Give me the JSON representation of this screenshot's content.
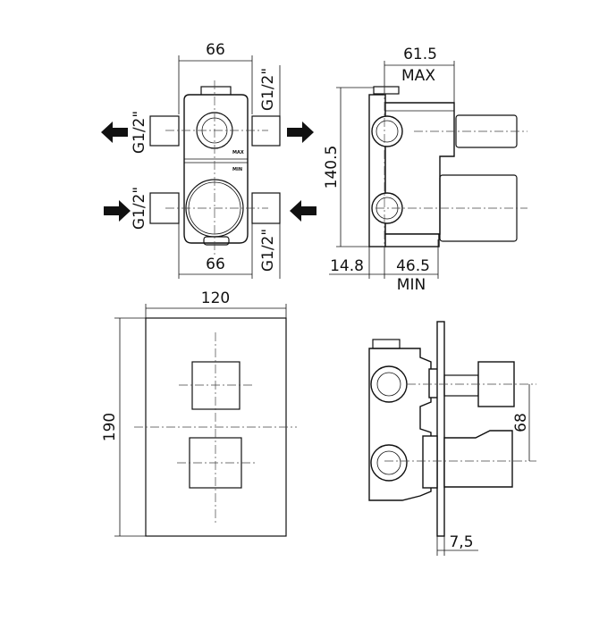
{
  "front_view": {
    "width_top": "66",
    "width_bottom": "66",
    "port_top_left": "G1/2\"",
    "port_top_right": "G1/2\"",
    "port_bottom_left": "G1/2\"",
    "port_bottom_right": "G1/2\"",
    "mark_max": "MAX",
    "mark_min": "MIN"
  },
  "side_view": {
    "depth_max": "61.5",
    "max_label": "MAX",
    "height": "140.5",
    "offset": "14.8",
    "depth_min": "46.5",
    "min_label": "MIN"
  },
  "plate_view": {
    "width": "120",
    "height": "190"
  },
  "assembled_side_view": {
    "handle_spacing": "68",
    "plate_thickness": "7,5"
  }
}
